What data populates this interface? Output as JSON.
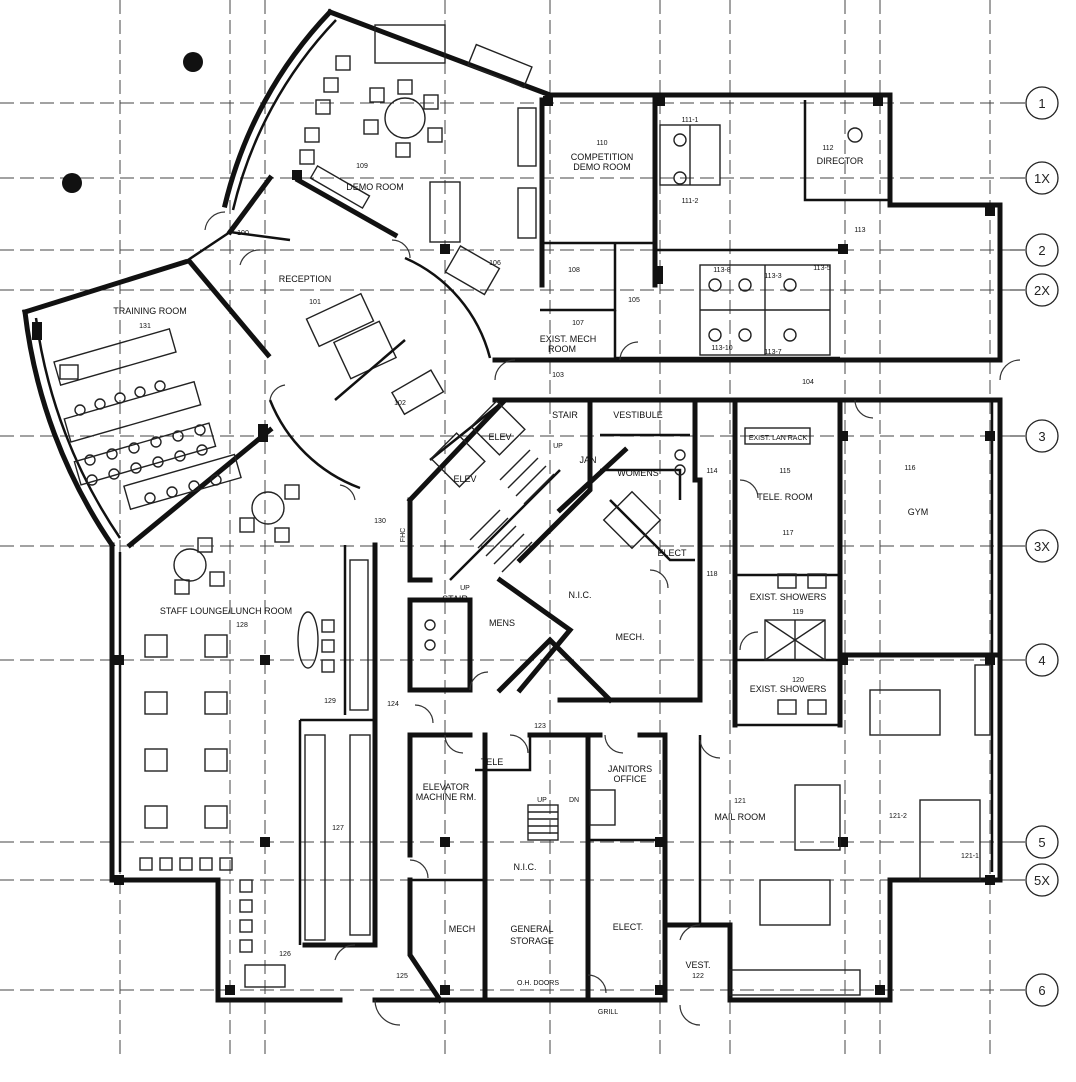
{
  "grid_bubbles": [
    "1",
    "1X",
    "2",
    "2X",
    "3",
    "3X",
    "4",
    "5",
    "5X",
    "6"
  ],
  "rooms": {
    "demo_room": "DEMO ROOM",
    "demo_room_no": "109",
    "competition_1": "COMPETITION",
    "competition_2": "DEMO ROOM",
    "competition_no": "110",
    "director": "DIRECTOR",
    "director_no": "112",
    "reception": "RECEPTION",
    "reception_no": "101",
    "training_room": "TRAINING ROOM",
    "training_no": "131",
    "exist_mech_1": "EXIST. MECH",
    "exist_mech_2": "ROOM",
    "exist_mech_no": "107",
    "stair_top": "STAIR",
    "stair_bottom": "STAIR",
    "vestibule": "VESTIBULE",
    "jan": "JAN",
    "womens": "WOMENS",
    "mens": "MENS",
    "elev_a": "ELEV",
    "elev_b": "ELEV",
    "elect_mid": "ELECT",
    "nic_mid": "N.I.C.",
    "mech_mid": "MECH.",
    "tele_room": "TELE. ROOM",
    "exist_lan_rack": "EXIST. LAN RACK",
    "gym": "GYM",
    "exist_showers_a": "EXIST. SHOWERS",
    "exist_showers_b": "EXIST. SHOWERS",
    "staff_lounge": "STAFF LOUNGE/LUNCH ROOM",
    "staff_lounge_no": "128",
    "elevator_machine_1": "ELEVATOR",
    "elevator_machine_2": "MACHINE RM.",
    "tele_small": "TELE",
    "janitors_1": "JANITORS",
    "janitors_2": "OFFICE",
    "mail_room": "MAIL ROOM",
    "mail_room_no": "121",
    "nic_low": "N.I.C.",
    "general_storage_1": "GENERAL",
    "general_storage_2": "STORAGE",
    "mech_low": "MECH",
    "elect_low": "ELECT.",
    "vest": "VEST.",
    "vest_no": "122",
    "oh_doors": "O.H. DOORS",
    "grill": "GRILL",
    "up_1": "UP",
    "up_2": "UP",
    "up_3": "UP",
    "dn": "DN",
    "fhc": "FHC"
  },
  "room_numbers": [
    "100",
    "102",
    "103",
    "104",
    "105",
    "106",
    "108",
    "111-1",
    "111-2",
    "113",
    "113-3",
    "113-5",
    "113-7",
    "113-8",
    "113-10",
    "114",
    "115",
    "116",
    "117",
    "118",
    "119",
    "120",
    "121-1",
    "121-2",
    "123",
    "124",
    "125",
    "126",
    "127",
    "129",
    "130"
  ]
}
